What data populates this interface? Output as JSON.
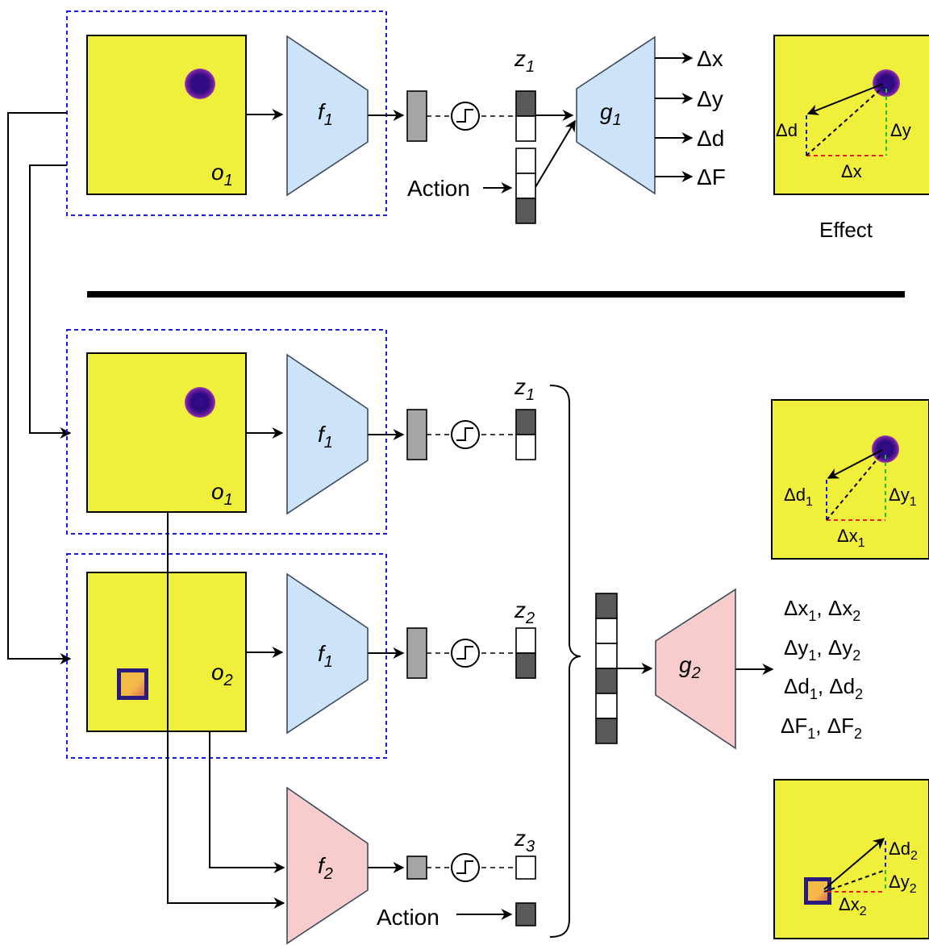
{
  "colors": {
    "observation": "#f0f03c",
    "encoder_effect": "#cce3f9",
    "encoder_relational": "#f8cccc",
    "dashed_box": "#1a1ae6",
    "bit_on": "#595959",
    "bit_off": "#ffffff"
  },
  "top": {
    "observation": {
      "label": "o",
      "sub": "1"
    },
    "encoder": {
      "label": "f",
      "sub": "1"
    },
    "latent": {
      "label": "z",
      "sub": "1"
    },
    "action": "Action",
    "decoder": {
      "label": "g",
      "sub": "1"
    },
    "outputs": [
      "Δx",
      "Δy",
      "Δd",
      "ΔF"
    ],
    "effect": {
      "dx": "Δx",
      "dy": "Δy",
      "dd": "Δd",
      "caption": "Effect"
    }
  },
  "bottom": {
    "obs1": {
      "label": "o",
      "sub": "1"
    },
    "obs2": {
      "label": "o",
      "sub": "2"
    },
    "enc1": {
      "label": "f",
      "sub": "1"
    },
    "enc2": {
      "label": "f",
      "sub": "1"
    },
    "enc_rel": {
      "label": "f",
      "sub": "2"
    },
    "z1": {
      "label": "z",
      "sub": "1"
    },
    "z2": {
      "label": "z",
      "sub": "2"
    },
    "z3": {
      "label": "z",
      "sub": "3"
    },
    "action": "Action",
    "decoder": {
      "label": "g",
      "sub": "2"
    },
    "outputs": [
      {
        "a": "Δx",
        "sa": "1",
        "b": "Δx",
        "sb": "2"
      },
      {
        "a": "Δy",
        "sa": "1",
        "b": "Δy",
        "sb": "2"
      },
      {
        "a": "Δd",
        "sa": "1",
        "b": "Δd",
        "sb": "2"
      },
      {
        "a": "ΔF",
        "sa": "1",
        "b": "ΔF",
        "sb": "2"
      }
    ],
    "effect1": {
      "dx": "Δx",
      "dx_sub": "1",
      "dy": "Δy",
      "dy_sub": "1",
      "dd": "Δd",
      "dd_sub": "1"
    },
    "effect2": {
      "dx": "Δx",
      "dx_sub": "2",
      "dy": "Δy",
      "dy_sub": "2",
      "dd": "Δd",
      "dd_sub": "2"
    }
  }
}
